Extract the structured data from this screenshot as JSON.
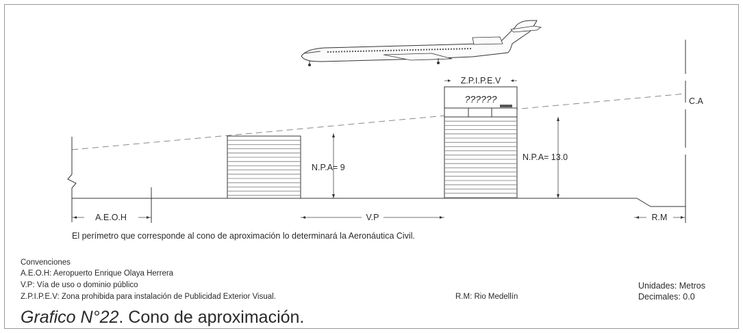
{
  "labels": {
    "zone_top": "Z.P.I.P.E.V",
    "sign_text": "??????",
    "ca": "C.A",
    "npa_left": "N.P.A= 9",
    "npa_right": "N.P.A= 13.0",
    "aeoh": "A.E.O.H",
    "vp": "V.P",
    "rm": "R.M"
  },
  "note": "El perímetro que corresponde al cono de aproximación lo determinará la Aeronáutica Civil.",
  "conventions": {
    "heading": "Convenciones",
    "items": [
      "A.E.O.H: Aeropuerto Enrique Olaya Herrera",
      "V.P: Vía de uso o dominio público",
      "Z.P.I.P.E.V: Zona prohibida para instalación de Publicidad Exterior Visual."
    ],
    "rm_def": "R.M: Rio Medellín"
  },
  "units": {
    "units": "Unidades: Metros",
    "decimals": "Decimales: 0.0"
  },
  "caption": {
    "italic": "Grafico N°22",
    "rest": ". Cono de aproximación."
  }
}
